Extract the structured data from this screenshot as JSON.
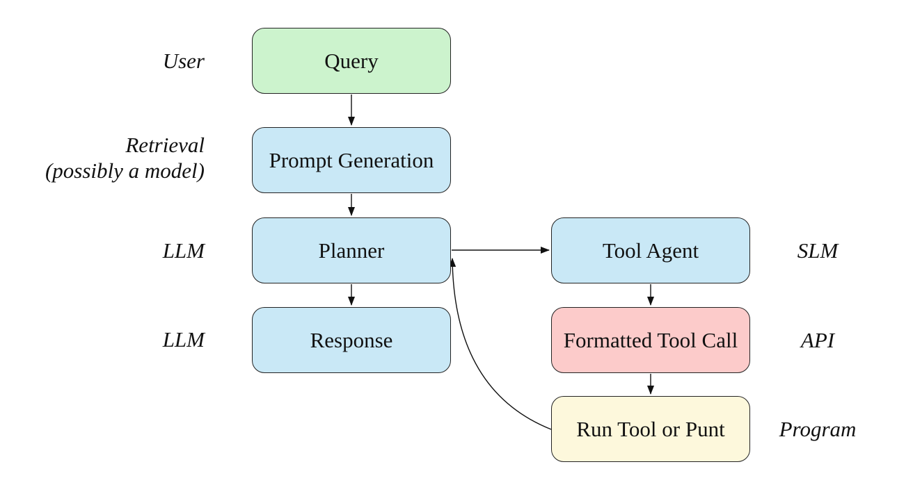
{
  "nodes": {
    "query": {
      "label": "Query",
      "fill": "#ccf3cd"
    },
    "prompt_generation": {
      "label": "Prompt Generation",
      "fill": "#c9e8f6"
    },
    "planner": {
      "label": "Planner",
      "fill": "#c9e8f6"
    },
    "response": {
      "label": "Response",
      "fill": "#c9e8f6"
    },
    "tool_agent": {
      "label": "Tool Agent",
      "fill": "#c9e8f6"
    },
    "formatted_tool_call": {
      "label": "Formatted Tool Call",
      "fill": "#fccbca"
    },
    "run_tool_or_punt": {
      "label": "Run Tool or Punt",
      "fill": "#fdf8dc"
    }
  },
  "annotations": {
    "user": "User",
    "retrieval_line1": "Retrieval",
    "retrieval_line2": "(possibly a model)",
    "llm_planner": "LLM",
    "llm_response": "LLM",
    "slm": "SLM",
    "api": "API",
    "program": "Program"
  },
  "edges": [
    {
      "from": "Query",
      "to": "Prompt Generation",
      "style": "straight"
    },
    {
      "from": "Prompt Generation",
      "to": "Planner",
      "style": "straight"
    },
    {
      "from": "Planner",
      "to": "Response",
      "style": "straight"
    },
    {
      "from": "Planner",
      "to": "Tool Agent",
      "style": "straight"
    },
    {
      "from": "Tool Agent",
      "to": "Formatted Tool Call",
      "style": "straight"
    },
    {
      "from": "Formatted Tool Call",
      "to": "Run Tool or Punt",
      "style": "straight"
    },
    {
      "from": "Run Tool or Punt",
      "to": "Planner",
      "style": "curved"
    }
  ],
  "colors": {
    "background": "#ffffff",
    "node_border": "#222222",
    "arrow": "#111111",
    "user_node_fill": "#ccf3cd",
    "model_node_fill": "#c9e8f6",
    "api_node_fill": "#fccbca",
    "program_node_fill": "#fdf8dc"
  }
}
